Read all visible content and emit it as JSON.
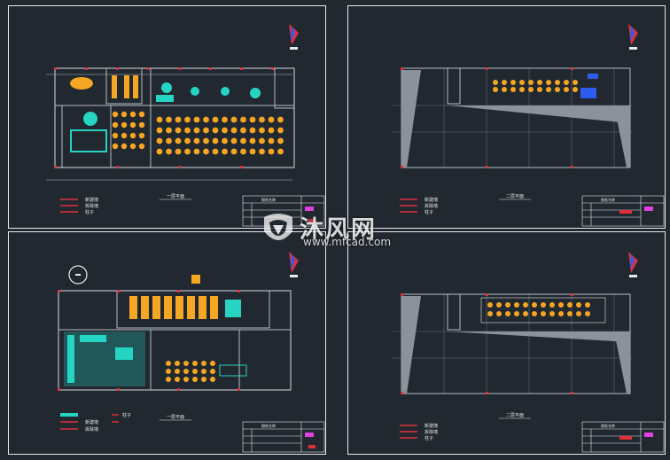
{
  "colors": {
    "background": "#212830",
    "frame": "#e8eaee",
    "wall": "#b8bcc4",
    "red_line": "#e0303a",
    "furniture_orange": "#f5a623",
    "equipment_cyan": "#26d4c4",
    "blue_fixture": "#2c5cf0",
    "magenta": "#e040e0",
    "shading": "#8c929a"
  },
  "watermark": {
    "name": "沐风网",
    "url": "www.mfcad.com",
    "icon": "mfcad-logo-icon"
  },
  "sheets": [
    {
      "id": "sheet-top-left",
      "caption": "一层平面"
    },
    {
      "id": "sheet-top-right",
      "caption": "二层平面"
    },
    {
      "id": "sheet-bottom-left",
      "caption": "一层平面"
    },
    {
      "id": "sheet-bottom-right",
      "caption": "二层平面"
    }
  ],
  "legend_labels": [
    "新建墙",
    "拆除墙",
    "柱子"
  ],
  "title_block_label": "图纸名称"
}
